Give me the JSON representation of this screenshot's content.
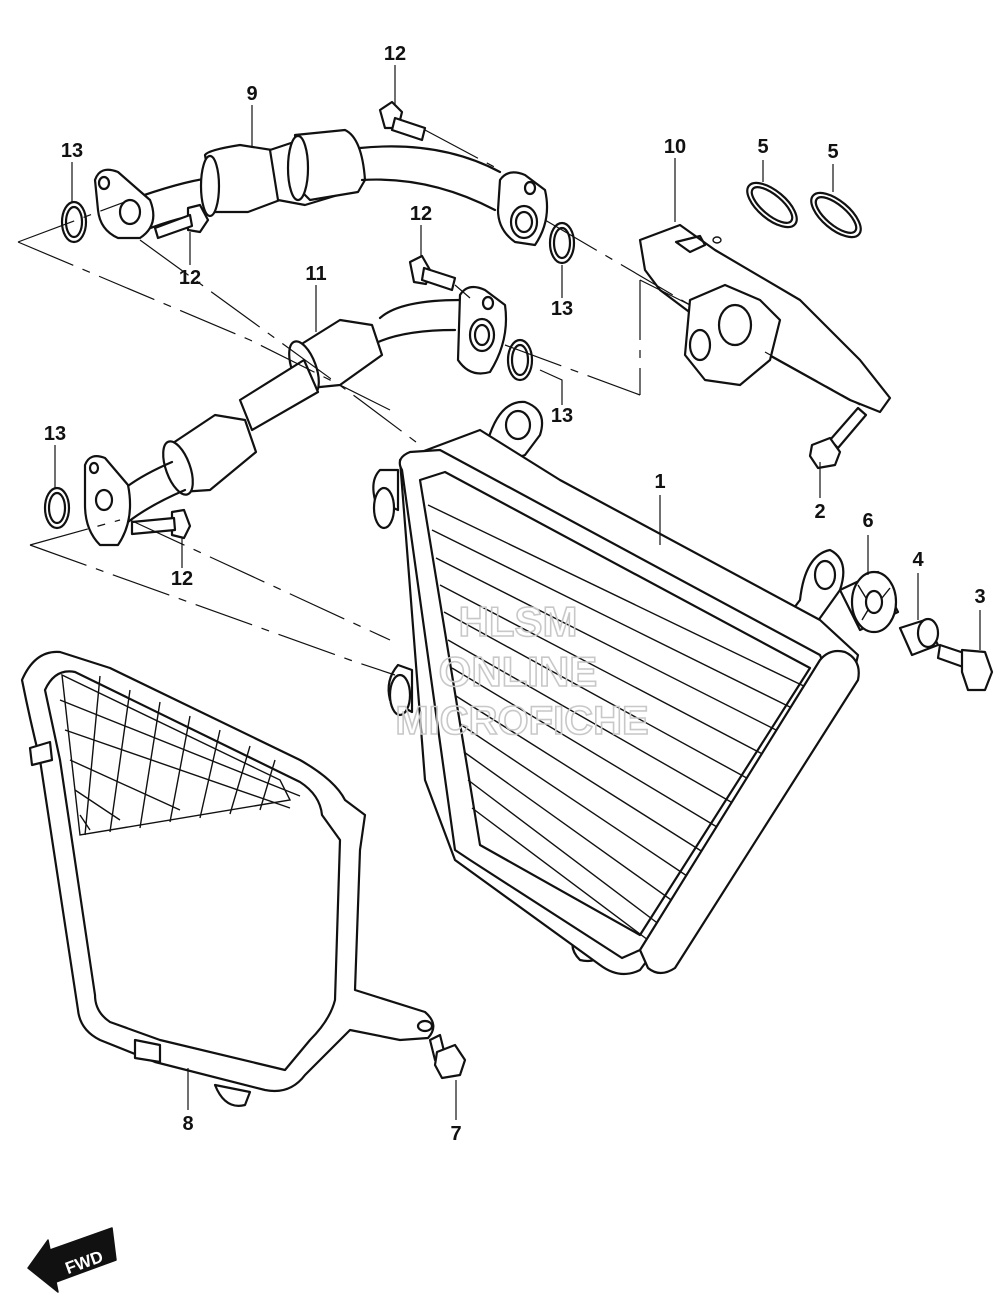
{
  "callouts": {
    "c1": "1",
    "c2": "2",
    "c3": "3",
    "c4": "4",
    "c5a": "5",
    "c5b": "5",
    "c6": "6",
    "c7": "7",
    "c8": "8",
    "c9": "9",
    "c10": "10",
    "c11": "11",
    "c12a": "12",
    "c12b": "12",
    "c12c": "12",
    "c12d": "12",
    "c13a": "13",
    "c13b": "13",
    "c13c": "13",
    "c13d": "13"
  },
  "watermark": {
    "line1": "HLSM",
    "line2": "ONLINE",
    "line3": "MICROFICHE"
  },
  "direction_badge": {
    "label": "FWD",
    "icon": "fwd-arrow-icon"
  },
  "colors": {
    "ink": "#111111",
    "watermark": "#c8c8c8",
    "background": "#ffffff"
  }
}
